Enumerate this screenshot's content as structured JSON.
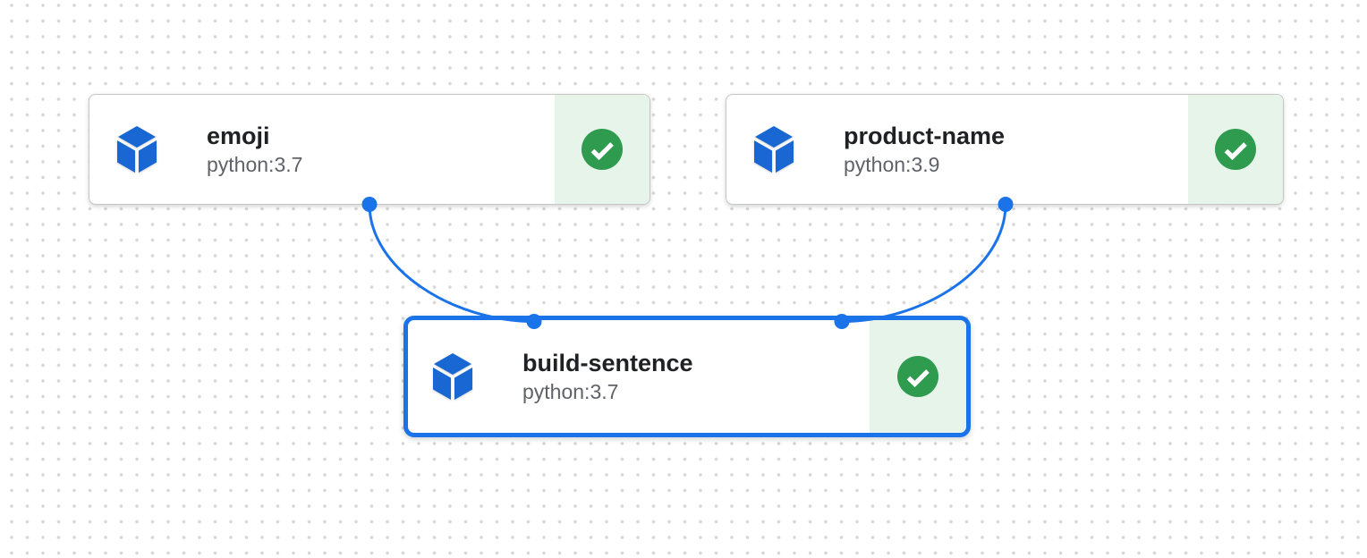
{
  "canvas": {
    "kind": "pipeline-graph"
  },
  "nodes": [
    {
      "id": "emoji",
      "title": "emoji",
      "subtitle": "python:3.7",
      "status": "succeeded",
      "status_icon": "check-circle-icon",
      "component_icon": "cube-icon",
      "selected": false
    },
    {
      "id": "product-name",
      "title": "product-name",
      "subtitle": "python:3.9",
      "status": "succeeded",
      "status_icon": "check-circle-icon",
      "component_icon": "cube-icon",
      "selected": false
    },
    {
      "id": "build-sentence",
      "title": "build-sentence",
      "subtitle": "python:3.7",
      "status": "succeeded",
      "status_icon": "check-circle-icon",
      "component_icon": "cube-icon",
      "selected": true
    }
  ],
  "edges": [
    {
      "from": "emoji",
      "to": "build-sentence"
    },
    {
      "from": "product-name",
      "to": "build-sentence"
    }
  ],
  "colors": {
    "accent_blue": "#1a73e8",
    "cube_blue": "#1967d2",
    "success_green": "#2e9b4f",
    "success_bg": "#e6f4ea",
    "title_text": "#202124",
    "subtitle_text": "#5f6368",
    "card_border": "#c4c7c5",
    "grid_dot": "#d6d6d6"
  }
}
